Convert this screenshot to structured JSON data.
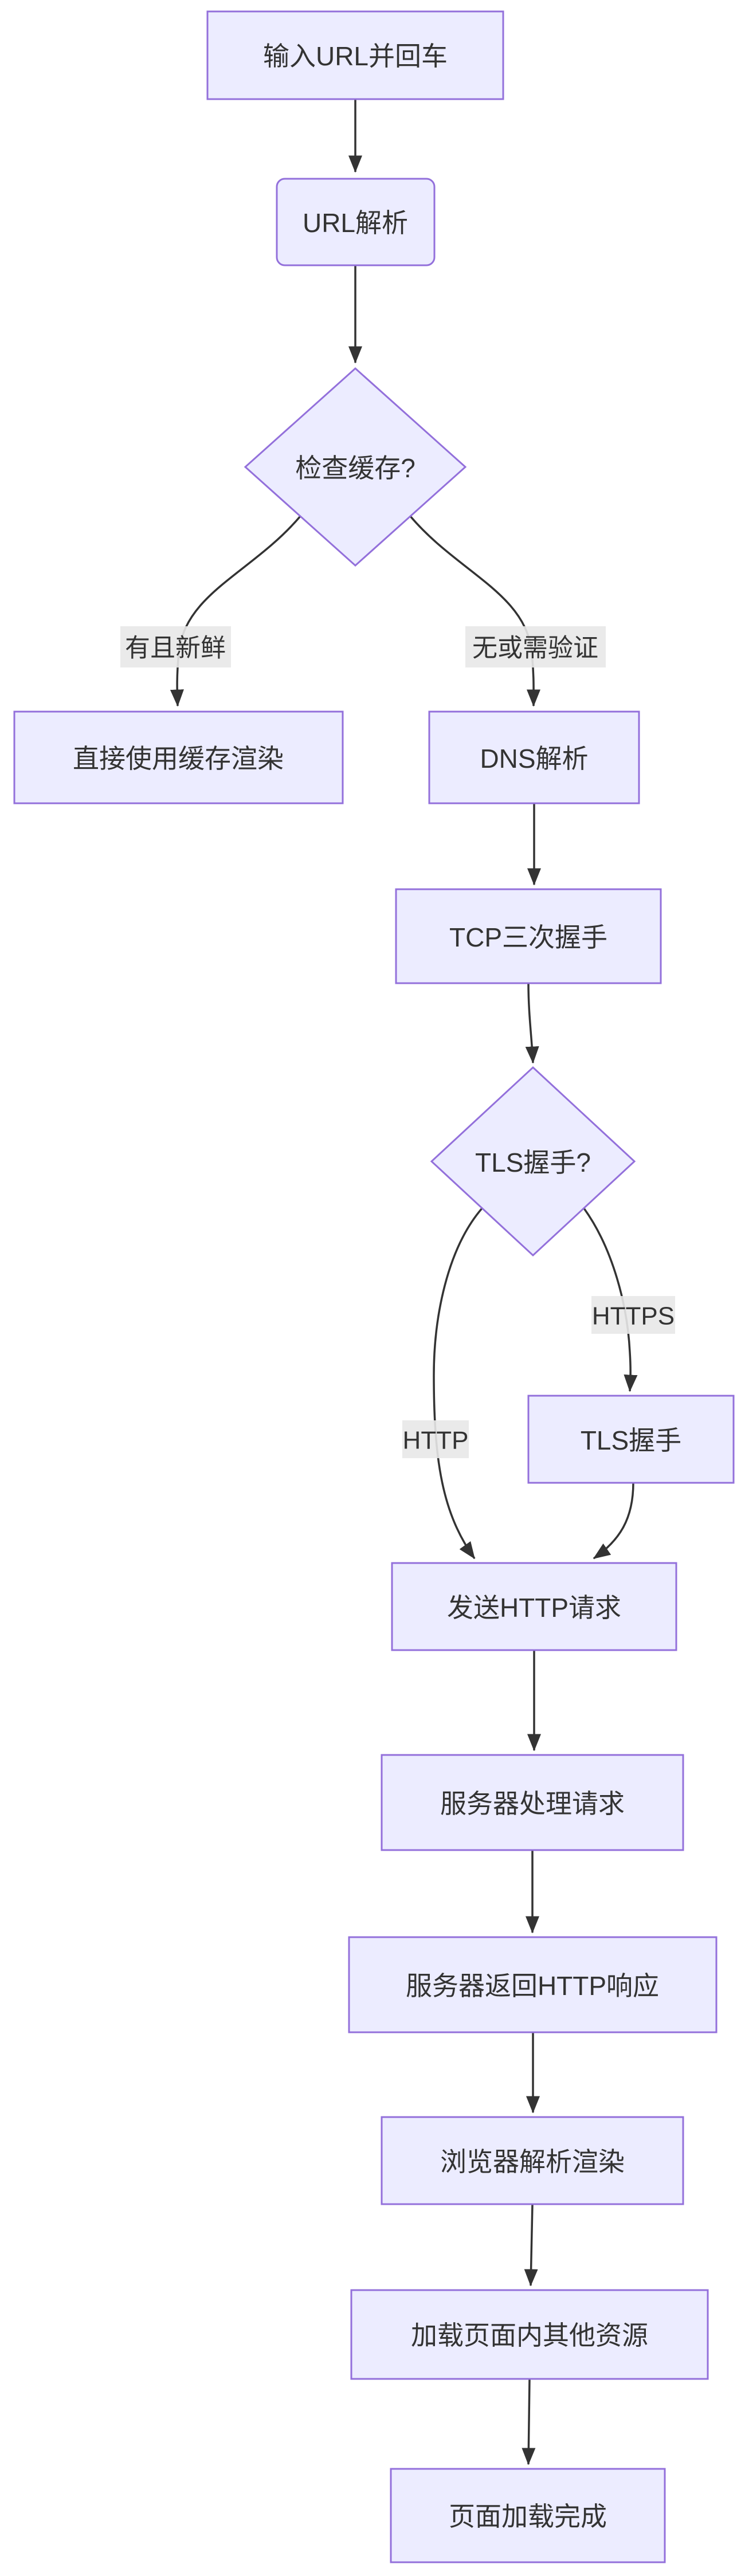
{
  "diagram": {
    "type": "flowchart",
    "direction": "top-down",
    "colors": {
      "node_fill": "#ECECFF",
      "node_border": "#9370DB",
      "node_text": "#333333",
      "edge_line": "#333333",
      "edge_label_bg": "#e8e8e8",
      "background": "#ffffff"
    },
    "nodes": [
      {
        "id": "start",
        "shape": "rect",
        "label": "输入URL并回车"
      },
      {
        "id": "parse",
        "shape": "rounded",
        "label": "URL解析"
      },
      {
        "id": "cache",
        "shape": "diamond",
        "label": "检查缓存?"
      },
      {
        "id": "cached",
        "shape": "rect",
        "label": "直接使用缓存渲染"
      },
      {
        "id": "dns",
        "shape": "rect",
        "label": "DNS解析"
      },
      {
        "id": "tcp",
        "shape": "rect",
        "label": "TCP三次握手"
      },
      {
        "id": "tlsq",
        "shape": "diamond",
        "label": "TLS握手?"
      },
      {
        "id": "tls",
        "shape": "rect",
        "label": "TLS握手"
      },
      {
        "id": "send",
        "shape": "rect",
        "label": "发送HTTP请求"
      },
      {
        "id": "process",
        "shape": "rect",
        "label": "服务器处理请求"
      },
      {
        "id": "response",
        "shape": "rect",
        "label": "服务器返回HTTP响应"
      },
      {
        "id": "render",
        "shape": "rect",
        "label": "浏览器解析渲染"
      },
      {
        "id": "resources",
        "shape": "rect",
        "label": "加载页面内其他资源"
      },
      {
        "id": "done",
        "shape": "rect",
        "label": "页面加载完成"
      }
    ],
    "edges": [
      {
        "from": "start",
        "to": "parse",
        "label": ""
      },
      {
        "from": "parse",
        "to": "cache",
        "label": ""
      },
      {
        "from": "cache",
        "to": "cached",
        "label": "有且新鲜"
      },
      {
        "from": "cache",
        "to": "dns",
        "label": "无或需验证"
      },
      {
        "from": "dns",
        "to": "tcp",
        "label": ""
      },
      {
        "from": "tcp",
        "to": "tlsq",
        "label": ""
      },
      {
        "from": "tlsq",
        "to": "send",
        "label": "HTTP"
      },
      {
        "from": "tlsq",
        "to": "tls",
        "label": "HTTPS"
      },
      {
        "from": "tls",
        "to": "send",
        "label": ""
      },
      {
        "from": "send",
        "to": "process",
        "label": ""
      },
      {
        "from": "process",
        "to": "response",
        "label": ""
      },
      {
        "from": "response",
        "to": "render",
        "label": ""
      },
      {
        "from": "render",
        "to": "resources",
        "label": ""
      },
      {
        "from": "resources",
        "to": "done",
        "label": ""
      }
    ]
  }
}
